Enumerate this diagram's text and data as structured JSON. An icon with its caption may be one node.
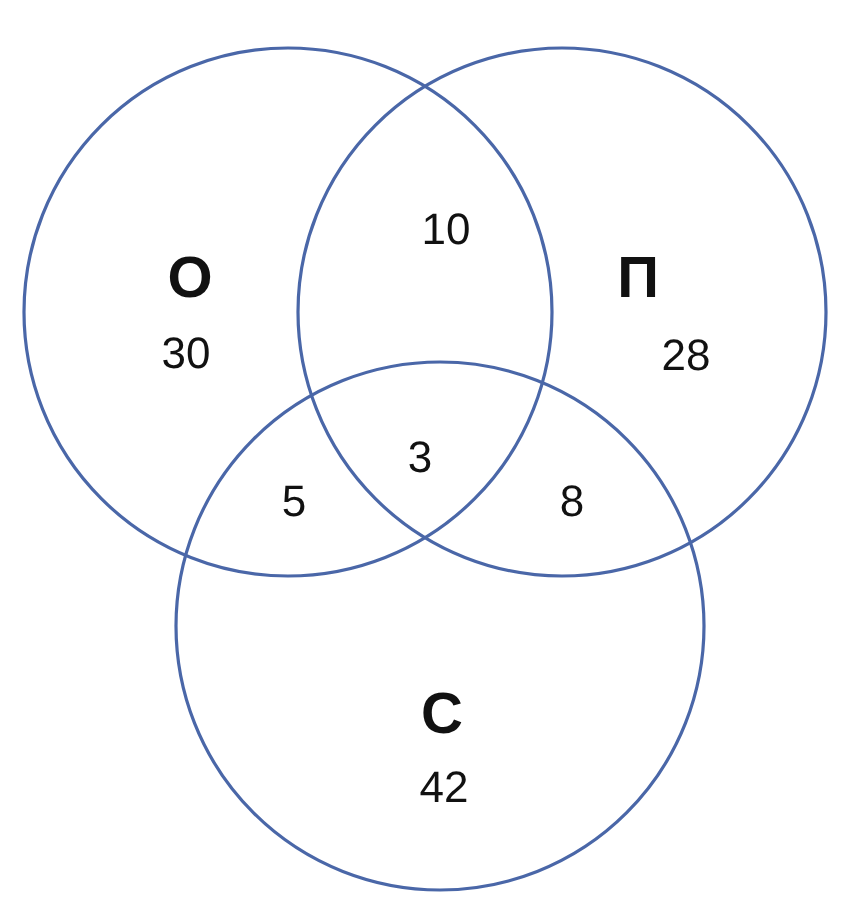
{
  "diagram": {
    "nodes": [
      {
        "text": [
          "О",
          "30"
        ]
      },
      {
        "text": [
          "П",
          "28"
        ]
      },
      {
        "text": [
          "С",
          "42"
        ]
      }
    ],
    "edges": [],
    "labels": [
      "10",
      "3",
      "5",
      "8"
    ]
  }
}
